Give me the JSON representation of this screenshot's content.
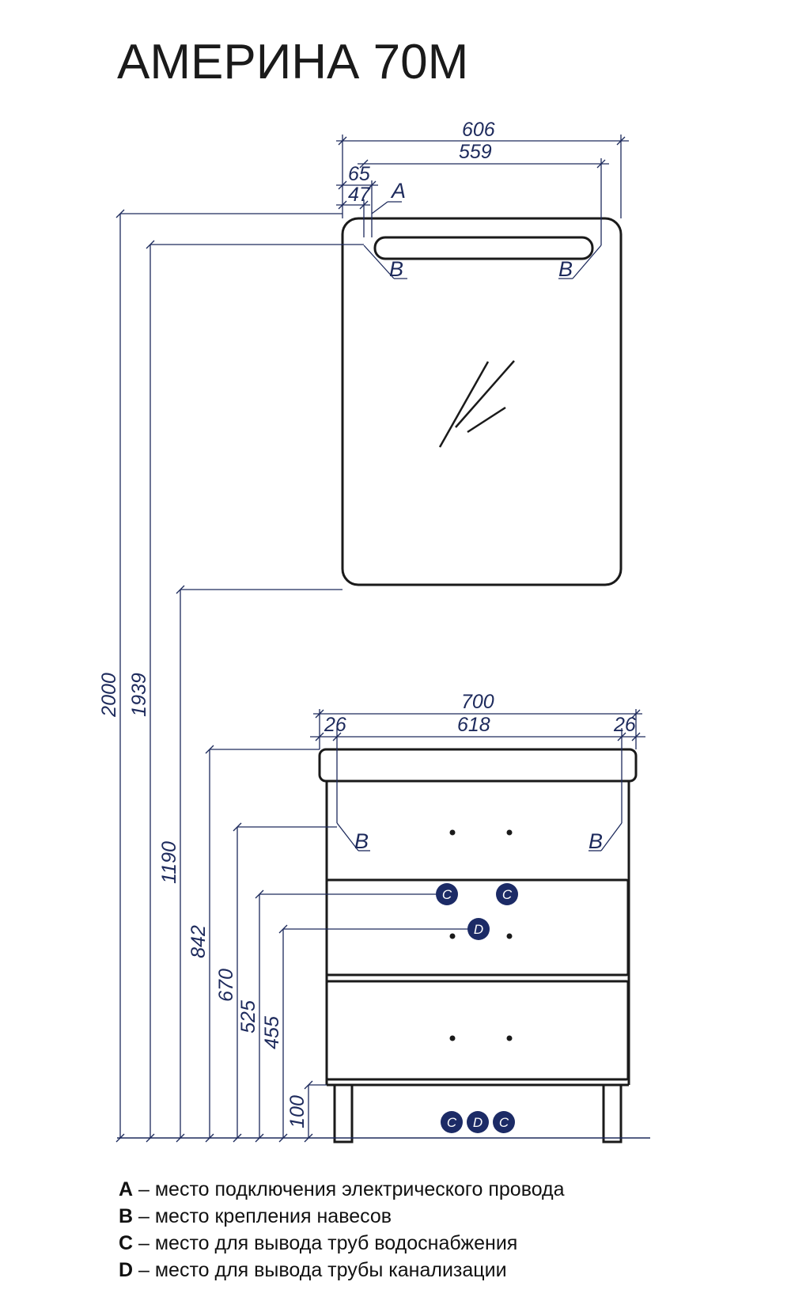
{
  "title": "АМЕРИНА 70М",
  "mirror_dims": {
    "overall_width": "606",
    "inner_width": "559",
    "offset_65": "65",
    "offset_47": "47"
  },
  "cabinet_dims": {
    "overall_width": "700",
    "inner_width": "618",
    "left_offset": "26",
    "right_offset": "26"
  },
  "vertical_dims": [
    "2000",
    "1939",
    "1190",
    "842",
    "670",
    "525",
    "455",
    "100"
  ],
  "markers": {
    "A": "A",
    "B": "B",
    "C": "C",
    "D": "D"
  },
  "legend": [
    {
      "key": "A",
      "text": "– место подключения электрического провода"
    },
    {
      "key": "B",
      "text": "– место крепления навесов"
    },
    {
      "key": "C",
      "text": "– место для вывода труб водоснабжения"
    },
    {
      "key": "D",
      "text": "– место для вывода трубы канализации"
    }
  ],
  "colors": {
    "line": "#1d2a5c",
    "outline": "#1a1a1a",
    "badge": "#1c2b66"
  }
}
